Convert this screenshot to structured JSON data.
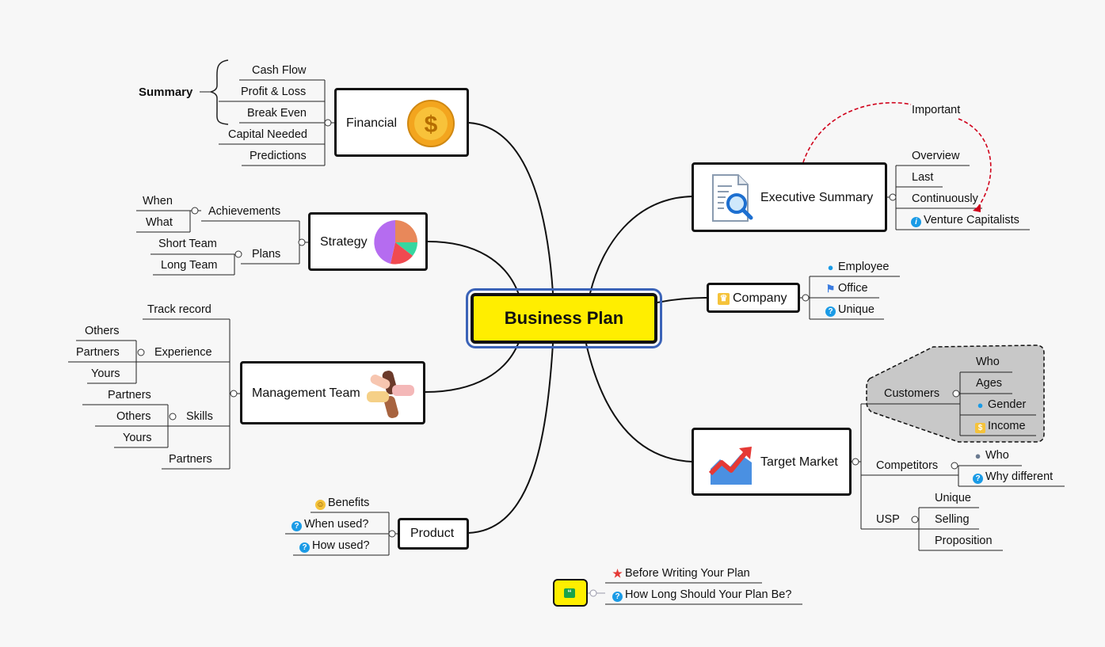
{
  "center": "Business Plan",
  "financial": {
    "label": "Financial",
    "summary": "Summary",
    "items": [
      "Cash Flow",
      "Profit & Loss",
      "Break Even",
      "Capital Needed",
      "Predictions"
    ]
  },
  "strategy": {
    "label": "Strategy",
    "achievements": "Achievements",
    "when": "When",
    "what": "What",
    "plans": "Plans",
    "short_team": "Short Team",
    "long_team": "Long Team"
  },
  "management": {
    "label": "Management Team",
    "track_record": "Track record",
    "experience": "Experience",
    "exp_items": [
      "Others",
      "Partners",
      "Yours"
    ],
    "skills": "Skills",
    "skill_items": [
      "Partners",
      "Others",
      "Yours"
    ],
    "partners": "Partners"
  },
  "product": {
    "label": "Product",
    "benefits": "Benefits",
    "when_used": "When used?",
    "how_used": "How used?"
  },
  "executive": {
    "label": "Executive Summary",
    "important": "Important",
    "items": [
      "Overview",
      "Last",
      "Continuously",
      "Venture Capitalists"
    ]
  },
  "company": {
    "label": "Company",
    "items": [
      "Employee",
      "Office",
      "Unique"
    ]
  },
  "target": {
    "label": "Target Market",
    "customers": "Customers",
    "customer_items": [
      "Who",
      "Ages",
      "Gender",
      "Income"
    ],
    "competitors": "Competitors",
    "competitor_items": [
      "Who",
      "Why different"
    ],
    "usp": "USP",
    "usp_items": [
      "Unique",
      "Selling",
      "Proposition"
    ]
  },
  "notes": {
    "items": [
      "Before Writing Your Plan",
      "How Long Should Your Plan Be?"
    ]
  },
  "colors": {
    "center_fill": "#ffee00",
    "center_outline": "#3b63b8",
    "relationship": "#d0021b",
    "boundary_fill": "#c8c8c8",
    "icon_blue": "#1a9be6"
  }
}
